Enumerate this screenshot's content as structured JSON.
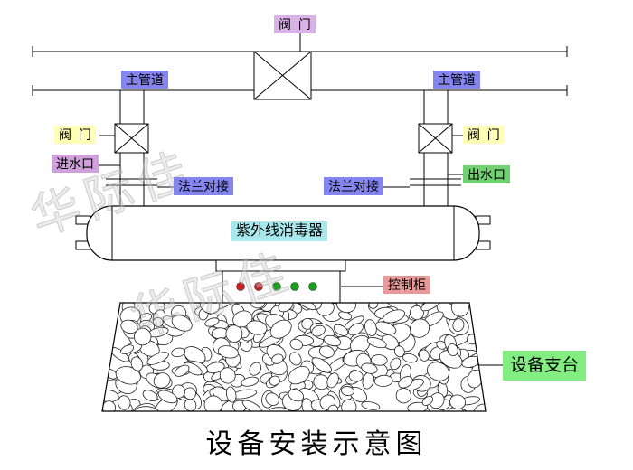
{
  "title": "设备安装示意图",
  "watermark": {
    "text": "华际佳"
  },
  "labels": {
    "valve_top": "阀  门",
    "main_pipe_left": "主管道",
    "main_pipe_right": "主管道",
    "valve_left": "阀  门",
    "valve_right": "阀  门",
    "inlet": "进水口",
    "outlet": "出水口",
    "flange_left": "法兰对接",
    "flange_right": "法兰对接",
    "sterilizer": "紫外线消毒器",
    "control_cabinet": "控制柜",
    "support": "设备支台"
  },
  "colors": {
    "valve_top_bg": "#d9b3e6",
    "main_pipe_bg": "#8585f0",
    "valve_side_bg": "#ffffb8",
    "inlet_bg": "#cfa0d9",
    "outlet_bg": "#72d072",
    "flange_bg": "#8585f0",
    "sterilizer_bg": "#a8e8ec",
    "control_bg": "#e89a9a",
    "support_bg": "#82ee82",
    "line": "#000000"
  },
  "indicators": {
    "colors": [
      "#cc2020",
      "#cc2020",
      "#18a018",
      "#18a018",
      "#18a018"
    ]
  }
}
